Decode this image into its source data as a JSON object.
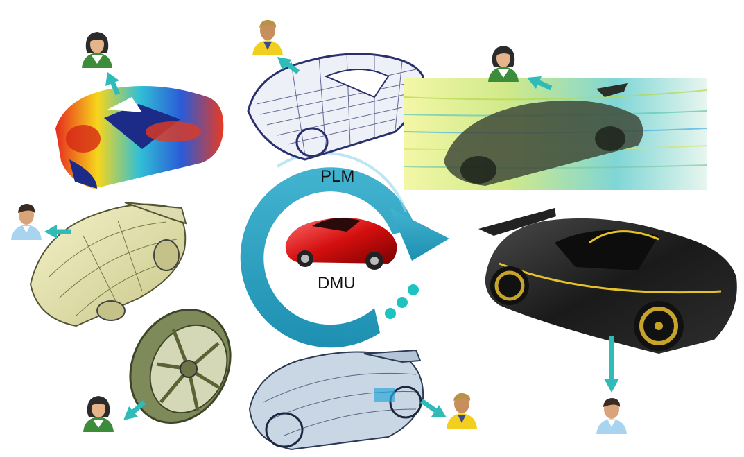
{
  "cycle": {
    "top_label": "PLM",
    "bottom_label": "DMU",
    "ring_color": "#3aa9c6",
    "ring_color_dark": "#1f8fb0"
  },
  "arrow_color": "#2fbcb8",
  "car_panels": [
    {
      "name": "stress-analysis-car",
      "style": "heatmap"
    },
    {
      "name": "mesh-wireframe-car",
      "style": "mesh"
    },
    {
      "name": "aerodynamics-flow-car",
      "style": "flowlines"
    },
    {
      "name": "surface-model-car",
      "style": "yellow-surface"
    },
    {
      "name": "wheel-rim-model",
      "style": "rim"
    },
    {
      "name": "transparent-assembly-car",
      "style": "xray"
    },
    {
      "name": "rendered-black-car",
      "style": "black-gold"
    },
    {
      "name": "central-red-car",
      "style": "red"
    }
  ],
  "users": [
    {
      "name": "user-female-top-left",
      "type": "female"
    },
    {
      "name": "user-male-top-center",
      "type": "male-yellow"
    },
    {
      "name": "user-female-top-right",
      "type": "female"
    },
    {
      "name": "user-male-left",
      "type": "male-blue"
    },
    {
      "name": "user-female-bottom-left",
      "type": "female"
    },
    {
      "name": "user-male-bottom-center",
      "type": "male-yellow"
    },
    {
      "name": "user-male-bottom-right",
      "type": "male-blue"
    }
  ]
}
